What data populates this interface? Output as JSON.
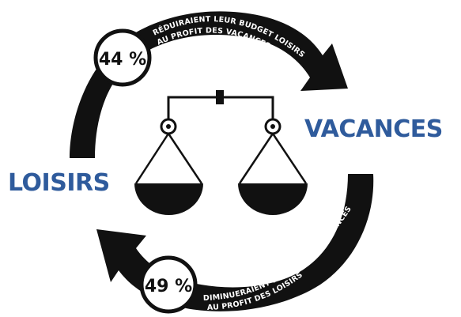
{
  "colors": {
    "arrow": "#111111",
    "label_blue": "#2f5b9c",
    "text_on_arrow": "#ffffff",
    "badge_fill": "#ffffff",
    "scale": "#111111"
  },
  "labels": {
    "loisirs": "LOISIRS",
    "vacances": "VACANCES"
  },
  "top_stat": {
    "percent": "44 %",
    "line1": "RÉDUIRAIENT LEUR BUDGET LOISIRS",
    "line2": "AU PROFIT DES VACANCES"
  },
  "bottom_stat": {
    "percent": "49 %",
    "line1": "DIMINUERAIENT LEUR BUDGET VACANCES",
    "line2": "AU PROFIT DES LOISIRS"
  },
  "icons": {
    "balance": "balance-scale-icon",
    "top_arrow": "curved-arrow-right-icon",
    "bottom_arrow": "curved-arrow-left-icon"
  }
}
